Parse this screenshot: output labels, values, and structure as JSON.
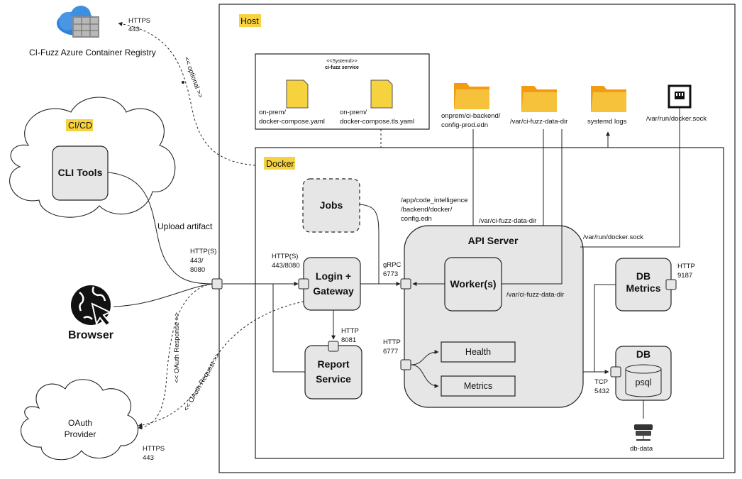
{
  "host": {
    "label": "Host"
  },
  "docker": {
    "label": "Docker"
  },
  "systemd": {
    "stereotype": "<<Systemd>>",
    "name": "ci-fuzz service",
    "file1": [
      "on-prem/",
      "docker-compose.yaml"
    ],
    "file2": [
      "on-prem/",
      "docker-compose.tls.yaml"
    ]
  },
  "folders": {
    "config": [
      "onprem/ci-backend/",
      "config-prod.edn"
    ],
    "data_dir": "/var/ci-fuzz-data-dir",
    "logs": "systemd logs",
    "socket": "/var/run/docker.sock"
  },
  "registry": {
    "name": "CI-Fuzz Azure Container Registry",
    "proto": [
      "HTTPS",
      "443"
    ],
    "link_label": "<< optional >>"
  },
  "cicd": {
    "label": "CI/CD",
    "cli_tools": "CLI Tools",
    "upload_label": "Upload artifact",
    "proto": [
      "HTTP(S)",
      "443/",
      "8080"
    ]
  },
  "browser": {
    "label": "Browser"
  },
  "oauth": {
    "label": [
      "OAuth",
      "Provider"
    ],
    "proto": [
      "HTTPS",
      "443"
    ],
    "response_label": "<< OAuth  Response >>",
    "request_label": "<< OAuth Request >>"
  },
  "jobs": {
    "label": "Jobs"
  },
  "gateway": {
    "label": [
      "Login +",
      "Gateway"
    ],
    "proto": [
      "HTTP(S)",
      "443/8080"
    ]
  },
  "report": {
    "label": [
      "Report",
      "Service"
    ],
    "proto": [
      "HTTP",
      "8081"
    ]
  },
  "api": {
    "label": "API Server",
    "grpc": [
      "gRPC",
      "6773"
    ],
    "http": [
      "HTTP",
      "6777"
    ],
    "worker": "Worker(s)",
    "health": "Health",
    "metrics": "Metrics",
    "config_path": [
      "/app/code_intelligence",
      "/backend/docker/",
      "config.edn"
    ],
    "data_dir": "/var/ci-fuzz-data-dir",
    "worker_data_dir": "/var/ci-fuzz-data-dir",
    "socket": "/var/run/docker.sock"
  },
  "db_metrics": {
    "label": [
      "DB",
      "Metrics"
    ],
    "proto": [
      "HTTP",
      "9187"
    ]
  },
  "db": {
    "label": "DB",
    "psql": "psql",
    "proto": [
      "TCP",
      "5432"
    ],
    "volume": "db-data"
  }
}
